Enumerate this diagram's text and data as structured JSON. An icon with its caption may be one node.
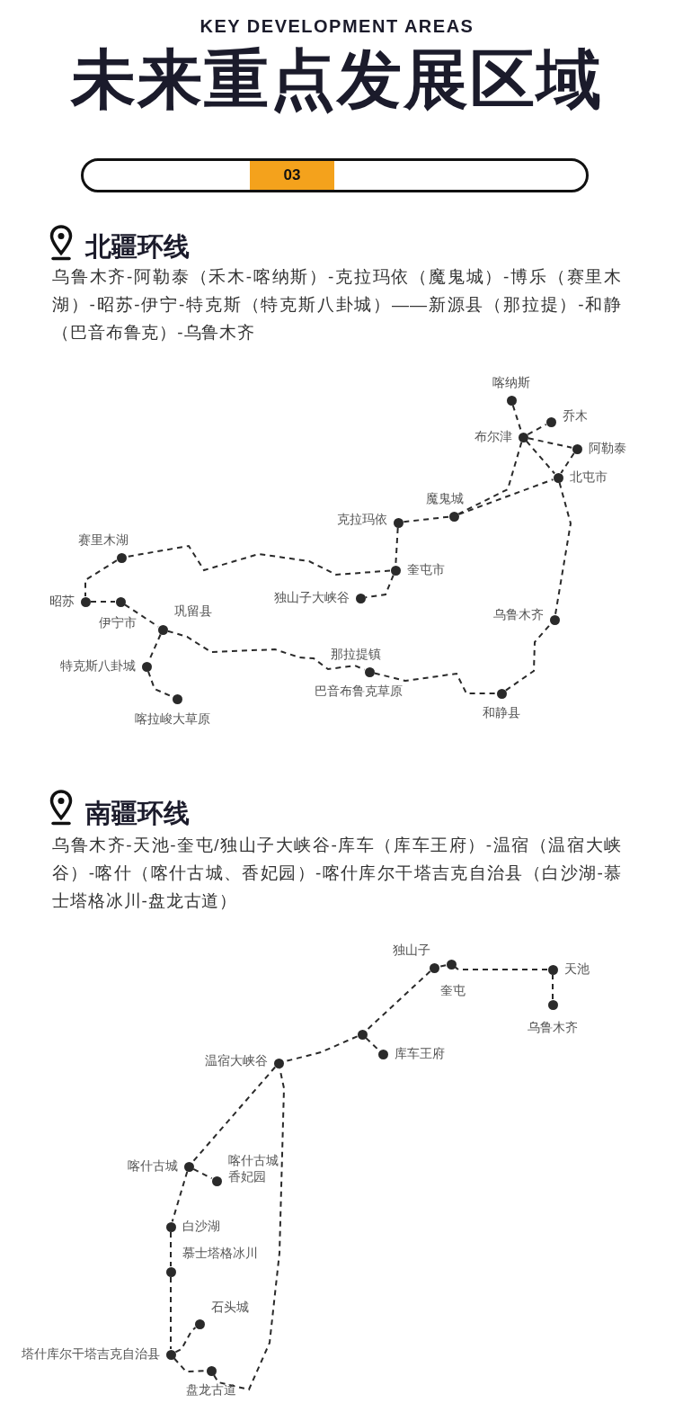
{
  "diagram": {
    "title": "未来重点发展区域",
    "nodes": [
      {
        "text": [
          "喀纳斯"
        ]
      },
      {
        "text": [
          "乔木"
        ]
      },
      {
        "text": [
          "布尔津"
        ]
      },
      {
        "text": [
          "阿勒泰"
        ]
      },
      {
        "text": [
          "北屯市"
        ]
      },
      {
        "text": [
          "魔鬼城"
        ]
      },
      {
        "text": [
          "克拉玛依"
        ]
      },
      {
        "text": [
          "奎屯市"
        ]
      },
      {
        "text": [
          "独山子大峡谷"
        ]
      },
      {
        "text": [
          "赛里木湖"
        ]
      },
      {
        "text": [
          "昭苏"
        ]
      },
      {
        "text": [
          "伊宁市"
        ]
      },
      {
        "text": [
          "巩留县"
        ]
      },
      {
        "text": [
          "特克斯八卦城"
        ]
      },
      {
        "text": [
          "喀拉峻大草原"
        ]
      },
      {
        "text": [
          "那拉提镇",
          "巴音布鲁克草原"
        ]
      },
      {
        "text": [
          "和静县"
        ]
      },
      {
        "text": [
          "乌鲁木齐"
        ]
      },
      {
        "text": [
          "独山子"
        ]
      },
      {
        "text": [
          "奎屯"
        ]
      },
      {
        "text": [
          "天池"
        ]
      },
      {
        "text": [
          "乌鲁木齐"
        ]
      },
      {
        "text": [],
        "shape": "circle"
      },
      {
        "text": [
          "库车王府"
        ]
      },
      {
        "text": [
          "温宿大峡谷"
        ]
      },
      {
        "text": [
          "喀什古城"
        ]
      },
      {
        "text": [
          "喀什古城",
          "香妃园"
        ]
      },
      {
        "text": [
          "白沙湖"
        ]
      },
      {
        "text": [
          "慕士塔格冰川"
        ]
      },
      {
        "text": [
          "石头城"
        ]
      },
      {
        "text": [
          "塔什库尔干塔吉克自治县"
        ]
      },
      {
        "text": [
          "盘龙古道"
        ]
      }
    ],
    "edges": [
      {
        "from": 0,
        "to": 2,
        "arrow": "none"
      },
      {
        "from": 2,
        "to": 1,
        "arrow": "none"
      },
      {
        "from": 2,
        "to": 3,
        "arrow": "none"
      },
      {
        "from": 2,
        "to": 4,
        "arrow": "none"
      },
      {
        "from": 3,
        "to": 4,
        "arrow": "none"
      },
      {
        "from": 2,
        "to": 5,
        "arrow": "none"
      },
      {
        "from": 5,
        "to": 4,
        "arrow": "none"
      },
      {
        "from": 4,
        "to": 17,
        "arrow": "none"
      },
      {
        "from": 5,
        "to": 6,
        "arrow": "none"
      },
      {
        "from": 6,
        "to": 7,
        "arrow": "none"
      },
      {
        "from": 7,
        "to": 8,
        "arrow": "none"
      },
      {
        "from": 7,
        "to": 9,
        "arrow": "none"
      },
      {
        "from": 9,
        "to": 10,
        "arrow": "none"
      },
      {
        "from": 10,
        "to": 11,
        "arrow": "none"
      },
      {
        "from": 11,
        "to": 12,
        "arrow": "none"
      },
      {
        "from": 12,
        "to": 13,
        "arrow": "none"
      },
      {
        "from": 13,
        "to": 14,
        "arrow": "none"
      },
      {
        "from": 12,
        "to": 15,
        "arrow": "none"
      },
      {
        "from": 15,
        "to": 16,
        "arrow": "none"
      },
      {
        "from": 16,
        "to": 17,
        "arrow": "none"
      },
      {
        "from": 21,
        "to": 20,
        "arrow": "none"
      },
      {
        "from": 20,
        "to": 19,
        "arrow": "none"
      },
      {
        "from": 19,
        "to": 18,
        "arrow": "none"
      },
      {
        "from": 18,
        "to": 22,
        "arrow": "none"
      },
      {
        "from": 22,
        "to": 23,
        "arrow": "none"
      },
      {
        "from": 22,
        "to": 24,
        "arrow": "none"
      },
      {
        "from": 24,
        "to": 25,
        "arrow": "none"
      },
      {
        "from": 25,
        "to": 26,
        "arrow": "none"
      },
      {
        "from": 25,
        "to": 27,
        "arrow": "none"
      },
      {
        "from": 27,
        "to": 28,
        "arrow": "none"
      },
      {
        "from": 28,
        "to": 30,
        "arrow": "none"
      },
      {
        "from": 30,
        "to": 29,
        "arrow": "none"
      },
      {
        "from": 30,
        "to": 31,
        "arrow": "none"
      },
      {
        "from": 31,
        "to": 24,
        "arrow": "none"
      }
    ],
    "labels": [
      "KEY DEVELOPMENT AREAS",
      "03",
      "北疆环线",
      "乌鲁木齐-阿勒泰（禾木-喀纳斯）-克拉玛依（魔鬼城）-博乐（赛里木湖）-昭苏-伊宁-特克斯（特克斯八卦城）——新源县（那拉提）-和静（巴音布鲁克）-乌鲁木齐",
      "南疆环线",
      "乌鲁木齐-天池-奎屯/独山子大峡谷-库车（库车王府）-温宿（温宿大峡谷）-喀什（喀什古城、香妃园）-喀什库尔干塔吉克自治县（白沙湖-慕士塔格冰川-盘龙古道）"
    ]
  }
}
